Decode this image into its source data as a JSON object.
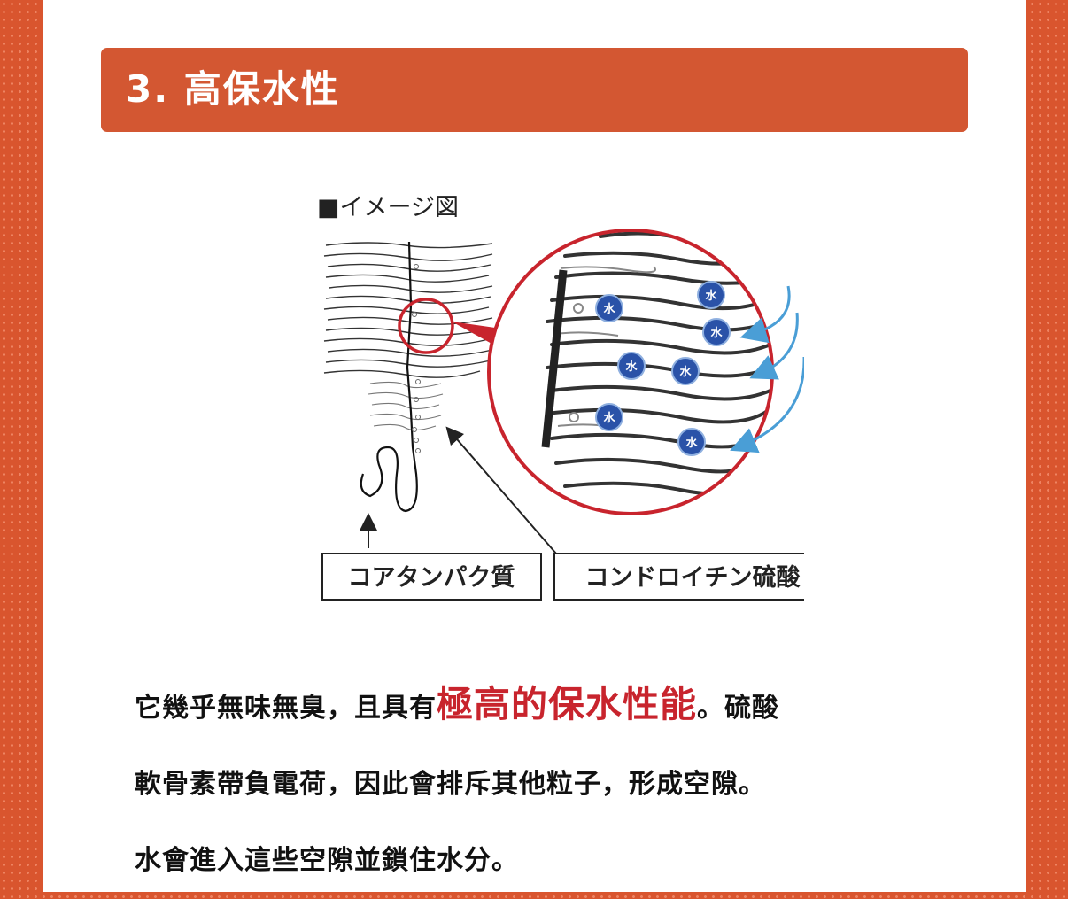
{
  "section": {
    "title": "3. 高保水性"
  },
  "figure": {
    "caption": "■イメージ図",
    "water_label": "水",
    "labels": {
      "core_protein": "コアタンパク質",
      "chondroitin_sulfate": "コンドロイチン硫酸"
    },
    "colors": {
      "accent_red": "#c8242d",
      "water_blue": "#2a52a8",
      "arrow_blue": "#4a9ed6"
    }
  },
  "body": {
    "line1_before": "它幾乎無味無臭，且具有",
    "line1_highlight": "極高的保水性能",
    "line1_after": "。硫酸",
    "line2": "軟骨素帶負電荷，因此會排斥其他粒子，形成空隙。",
    "line3": "水會進入這些空隙並鎖住水分。"
  }
}
